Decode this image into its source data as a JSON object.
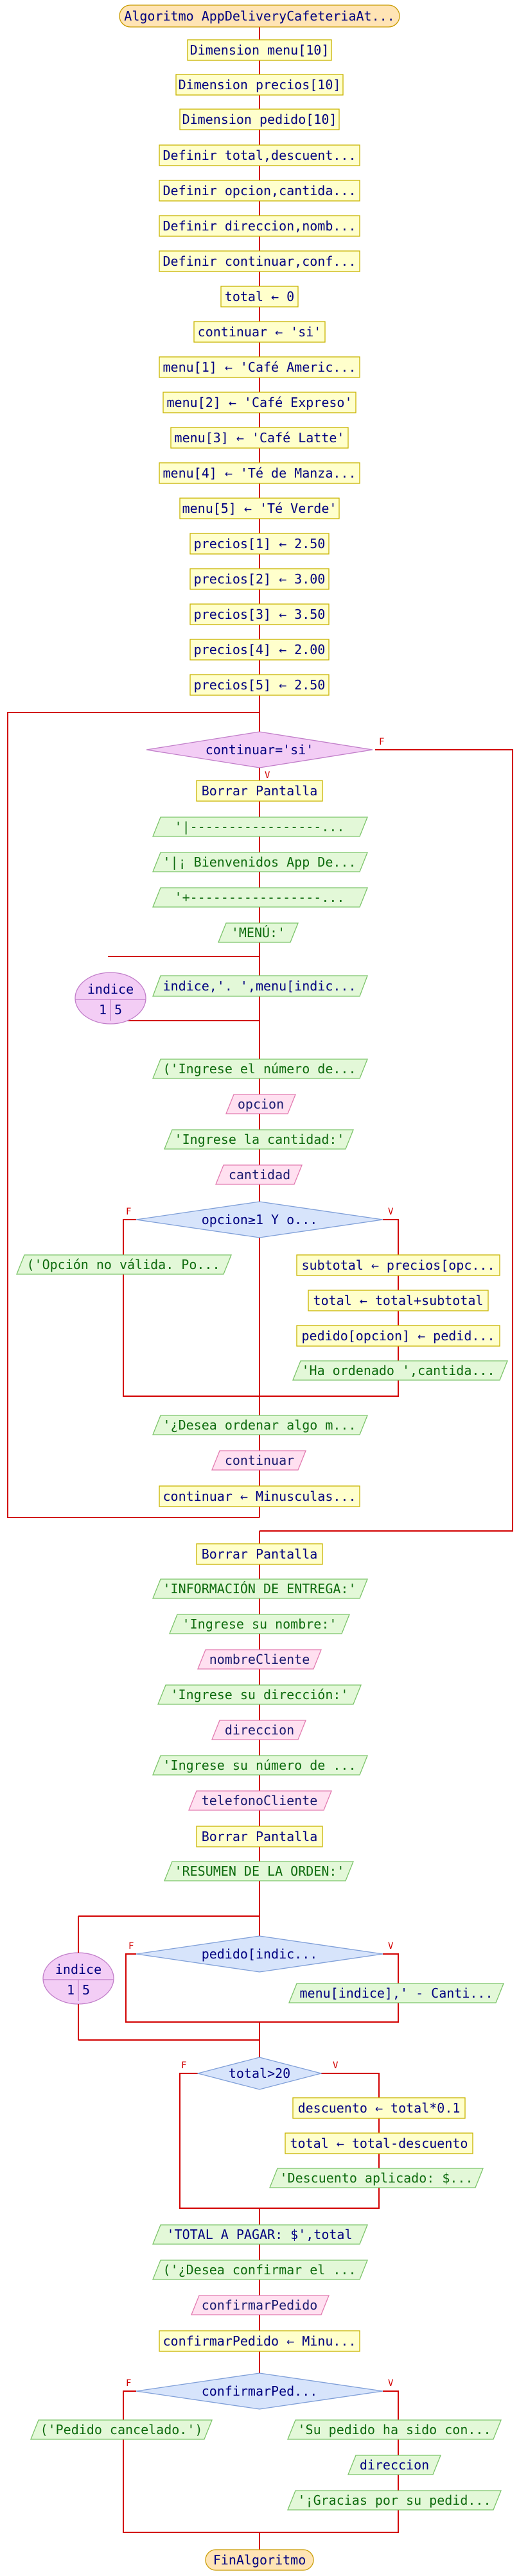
{
  "flowchart": {
    "start": "Algoritmo AppDeliveryCafeteriaAt...",
    "end": "FinAlgoritmo",
    "steps": [
      "Dimension menu[10]",
      "Dimension precios[10]",
      "Dimension pedido[10]",
      "Definir total,descuent...",
      "Definir opcion,cantida...",
      "Definir direccion,nomb...",
      "Definir continuar,conf...",
      "total ← 0",
      "continuar ← 'si'",
      "menu[1] ← 'Café Americ...",
      "menu[2] ← 'Café Expreso'",
      "menu[3] ← 'Café Latte'",
      "menu[4] ← 'Té de Manza...",
      "menu[5] ← 'Té Verde'",
      "precios[1] ← 2.50",
      "precios[2] ← 3.00",
      "precios[3] ← 3.50",
      "precios[4] ← 2.00",
      "precios[5] ← 2.50"
    ],
    "while1": {
      "cond": "continuar='si'",
      "true_flag": "V",
      "false_flag": "F",
      "clear": "Borrar Pantalla",
      "out1": "'|-----------------...",
      "out2": "'|¡ Bienvenidos App De...",
      "out3": "'+-----------------...",
      "out4": "'MENÚ:'",
      "loop_var": "indice",
      "loop_from": "1",
      "loop_to": "5",
      "loop_out": "indice,'. ',menu[indic...",
      "ask_option": "('Ingrese el número de...",
      "in_option": "opcion",
      "ask_qty": "'Ingrese la cantidad:'",
      "in_qty": "cantidad",
      "if_cond": "opcion≥1 Y o...",
      "if_false_flag": "F",
      "if_true_flag": "V",
      "invalid": "('Opción no válida. Po...",
      "subtotal": "subtotal ← precios[opc...",
      "total": "total ← total+subtotal",
      "pedido": "pedido[opcion] ← pedid...",
      "ordered": "'Ha ordenado ',cantida...",
      "ask_more": "'¿Desea ordenar algo m...",
      "in_more": "continuar",
      "lower": "continuar ← Minusculas..."
    },
    "delivery": {
      "clear1": "Borrar Pantalla",
      "title": "'INFORMACIÓN DE ENTREGA:'",
      "ask_name": "'Ingrese su nombre:'",
      "in_name": "nombreCliente",
      "ask_addr": "'Ingrese su dirección:'",
      "in_addr": "direccion",
      "ask_phone": "'Ingrese su número de ...",
      "in_phone": "telefonoCliente",
      "clear2": "Borrar Pantalla",
      "summary": "'RESUMEN DE LA ORDEN:'"
    },
    "loop2": {
      "loop_var": "indice",
      "loop_from": "1",
      "loop_to": "5",
      "if_cond": "pedido[indic...",
      "false_flag": "F",
      "true_flag": "V",
      "out": "menu[indice],' - Canti..."
    },
    "discount": {
      "cond": "total>20",
      "false_flag": "F",
      "true_flag": "V",
      "calc": "descuento ← total*0.1",
      "apply": "total ← total-descuento",
      "out": "'Descuento aplicado: $..."
    },
    "finish": {
      "total_out": "'TOTAL A PAGAR: $',total",
      "ask_confirm": "('¿Desea confirmar el ...",
      "in_confirm": "confirmarPedido",
      "lower": "confirmarPedido ← Minu...",
      "cond": "confirmarPed...",
      "false_flag": "F",
      "true_flag": "V",
      "cancel": "('Pedido cancelado.')",
      "ok1": "'Su pedido ha sido con...",
      "ok2": "direccion",
      "ok3": "'¡Gracias por su pedid..."
    }
  }
}
